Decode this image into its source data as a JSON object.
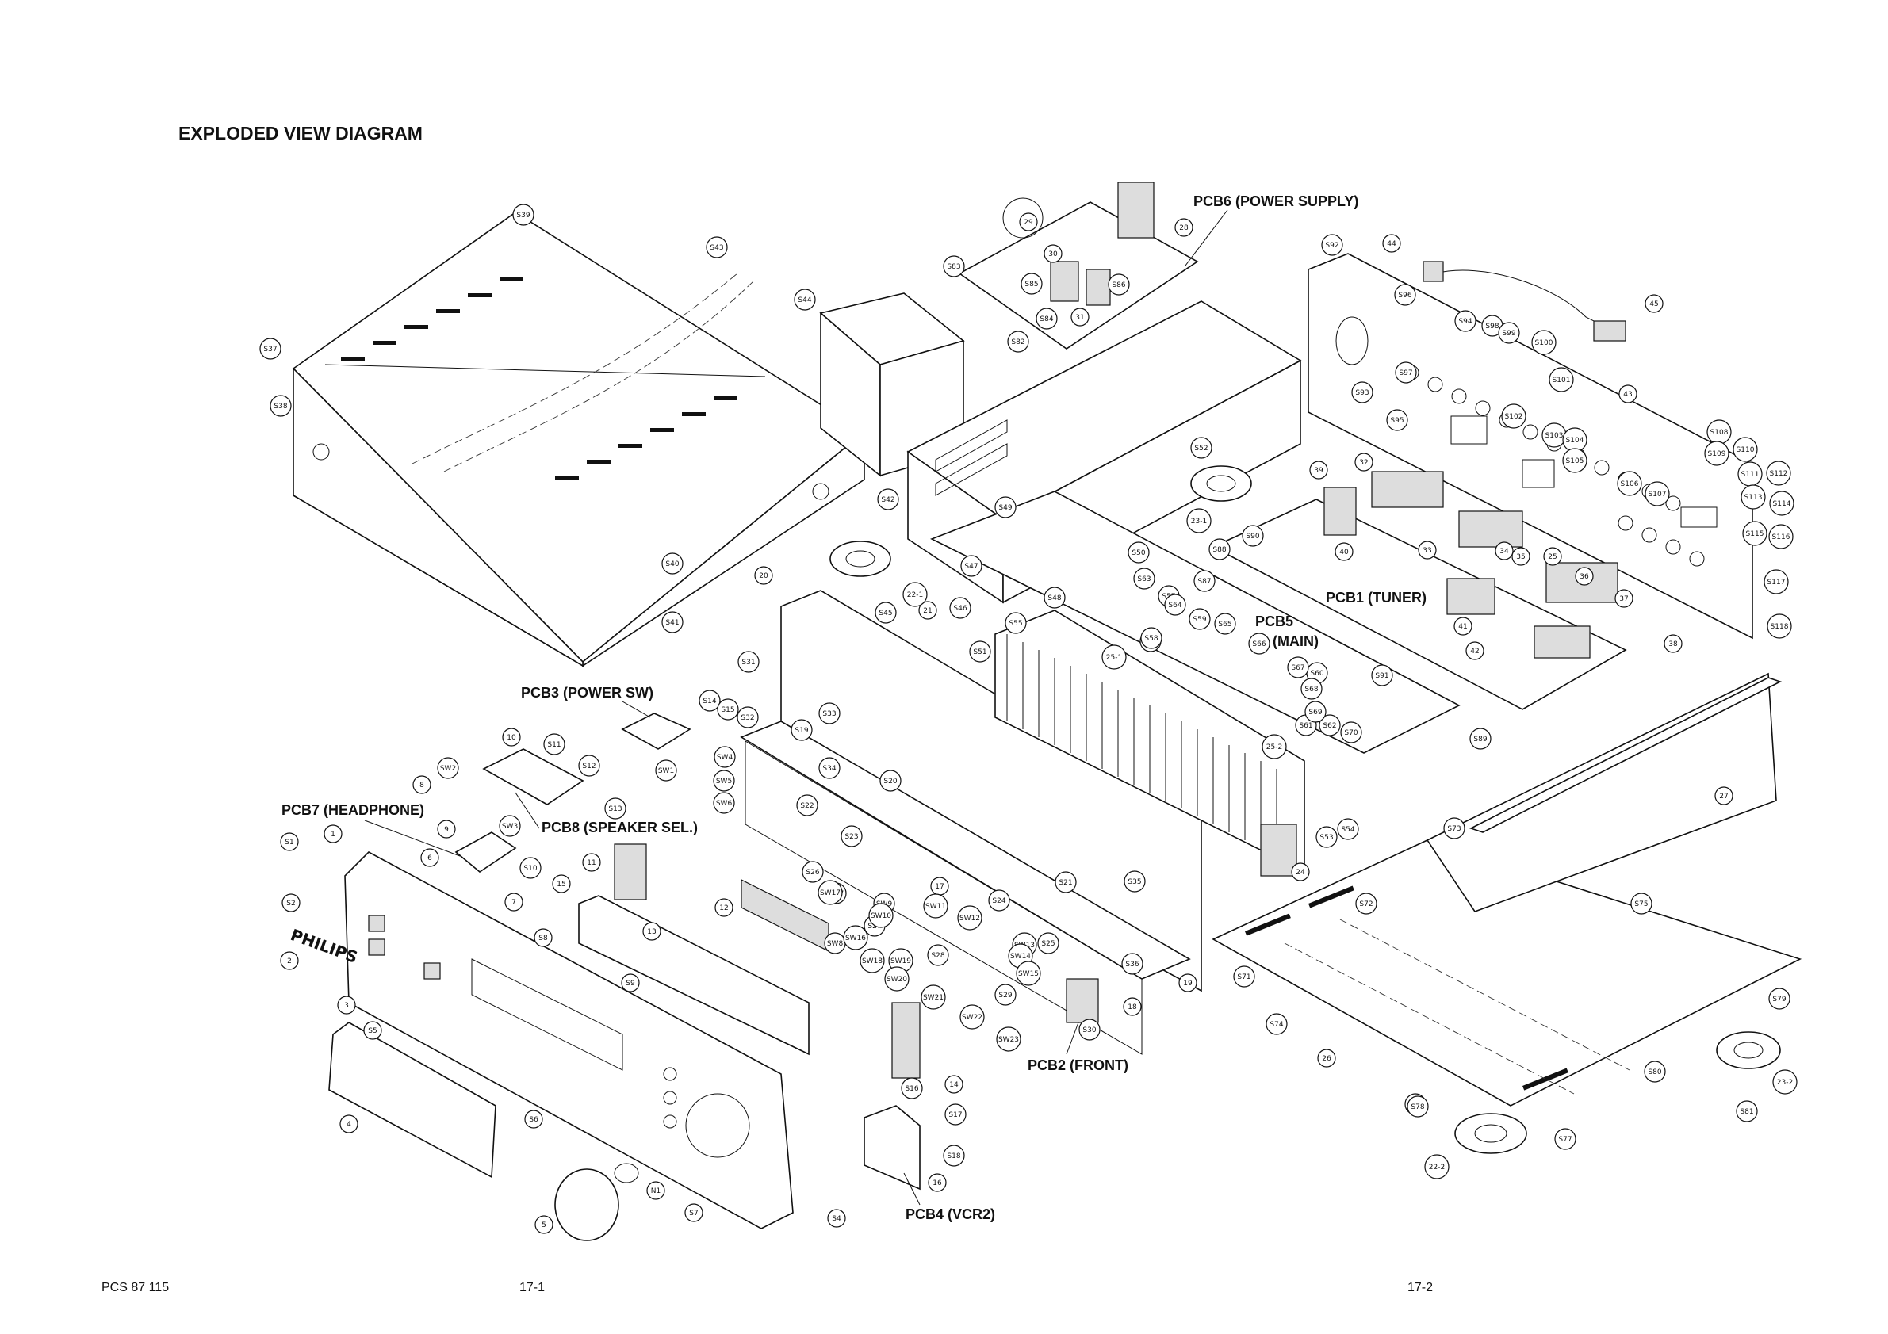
{
  "title": "EXPLODED VIEW DIAGRAM",
  "footer": {
    "doc_code": "PCS 87 115",
    "page_left": "17-1",
    "page_right": "17-2"
  },
  "pcb_labels": {
    "pcb1": "PCB1 (TUNER)",
    "pcb2": "PCB2 (FRONT)",
    "pcb3": "PCB3 (POWER SW)",
    "pcb4": "PCB4 (VCR2)",
    "pcb5_line1": "PCB5",
    "pcb5_line2": "(MAIN)",
    "pcb6": "PCB6 (POWER SUPPLY)",
    "pcb7": "PCB7 (HEADPHONE)",
    "pcb8": "PCB8 (SPEAKER SEL.)"
  },
  "brand_mark": "PHILIPS",
  "callouts": [
    "1",
    "2",
    "3",
    "4",
    "5",
    "6",
    "7",
    "8",
    "9",
    "10",
    "11",
    "12",
    "13",
    "14",
    "15",
    "16",
    "17",
    "18",
    "19",
    "20",
    "21",
    "22-1",
    "22-2",
    "23-1",
    "23-2",
    "24",
    "25",
    "25-1",
    "25-2",
    "26",
    "27",
    "28",
    "29",
    "30",
    "31",
    "32",
    "33",
    "34",
    "35",
    "36",
    "37",
    "38",
    "39",
    "40",
    "41",
    "42",
    "43",
    "44",
    "45",
    "S1",
    "S2",
    "S4",
    "S5",
    "S6",
    "S7",
    "S8",
    "S9",
    "S10",
    "S11",
    "S12",
    "S13",
    "S14",
    "S15",
    "S16",
    "S17",
    "S18",
    "S19",
    "S20",
    "S21",
    "S22",
    "S23",
    "S24",
    "S25",
    "S26",
    "S27",
    "S28",
    "S29",
    "S30",
    "S31",
    "S32",
    "S33",
    "S34",
    "S35",
    "S36",
    "S37",
    "S38",
    "S39",
    "S40",
    "S41",
    "S42",
    "S43",
    "S44",
    "S45",
    "S46",
    "S47",
    "S48",
    "S49",
    "S50",
    "S51",
    "S52",
    "S53",
    "S54",
    "S55",
    "S56",
    "S57",
    "S58",
    "S59",
    "S60",
    "S61",
    "S62",
    "S63",
    "S64",
    "S65",
    "S66",
    "S67",
    "S68",
    "S69",
    "S70",
    "S71",
    "S72",
    "S73",
    "S74",
    "S75",
    "S76",
    "S77",
    "S78",
    "S79",
    "S80",
    "S81",
    "S82",
    "S83",
    "S84",
    "S85",
    "S86",
    "S87",
    "S88",
    "S89",
    "S90",
    "S91",
    "S92",
    "S93",
    "S94",
    "S95",
    "S96",
    "S97",
    "S98",
    "S99",
    "S100",
    "S101",
    "S102",
    "S103",
    "S104",
    "S105",
    "S106",
    "S107",
    "S108",
    "S109",
    "S110",
    "S111",
    "S112",
    "S113",
    "S114",
    "S115",
    "S116",
    "S117",
    "S118",
    "SW1",
    "SW2",
    "SW3",
    "SW4",
    "SW5",
    "SW6",
    "SW7",
    "SW8",
    "SW9",
    "SW10",
    "SW11",
    "SW12",
    "SW13",
    "SW14",
    "SW15",
    "SW16",
    "SW17",
    "SW18",
    "SW19",
    "SW20",
    "SW21",
    "SW22",
    "SW23",
    "N1"
  ]
}
